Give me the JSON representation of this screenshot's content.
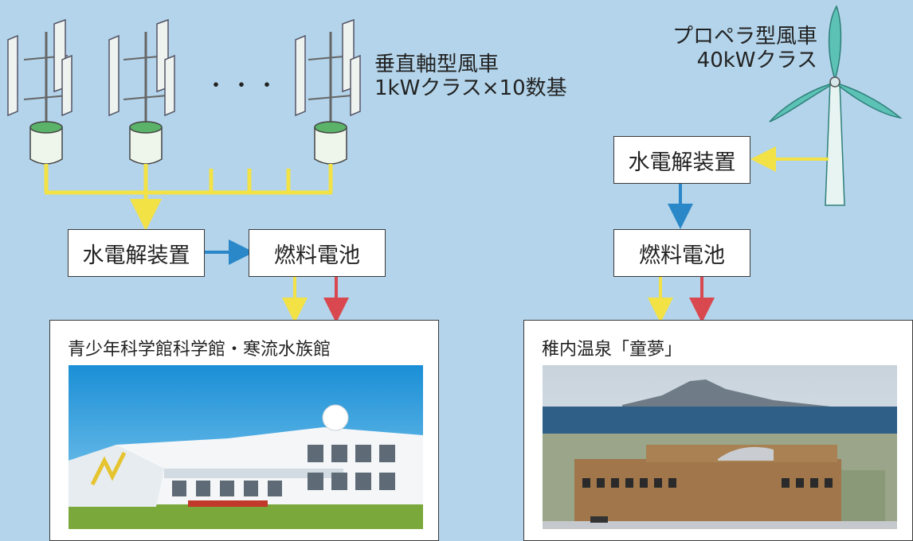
{
  "vertical_turbine": {
    "line1": "垂直軸型風車",
    "line2": "1kWクラス×10数基",
    "ellipsis": "・・・"
  },
  "propeller_turbine": {
    "line1": "プロペラ型風車",
    "line2": "40kWクラス"
  },
  "left_system": {
    "electrolyzer": "水電解装置",
    "fuel_cell": "燃料電池",
    "facility_title": "青少年科学館科学館・寒流水族館"
  },
  "right_system": {
    "electrolyzer": "水電解装置",
    "fuel_cell": "燃料電池",
    "facility_title": "稚内温泉「童夢」"
  },
  "colors": {
    "background": "#b3d4ea",
    "power_line": "#f3e246",
    "hydrogen_arrow": "#2a87c8",
    "heat_arrow": "#d9484f",
    "turbine_blade": "#48b8ad"
  }
}
